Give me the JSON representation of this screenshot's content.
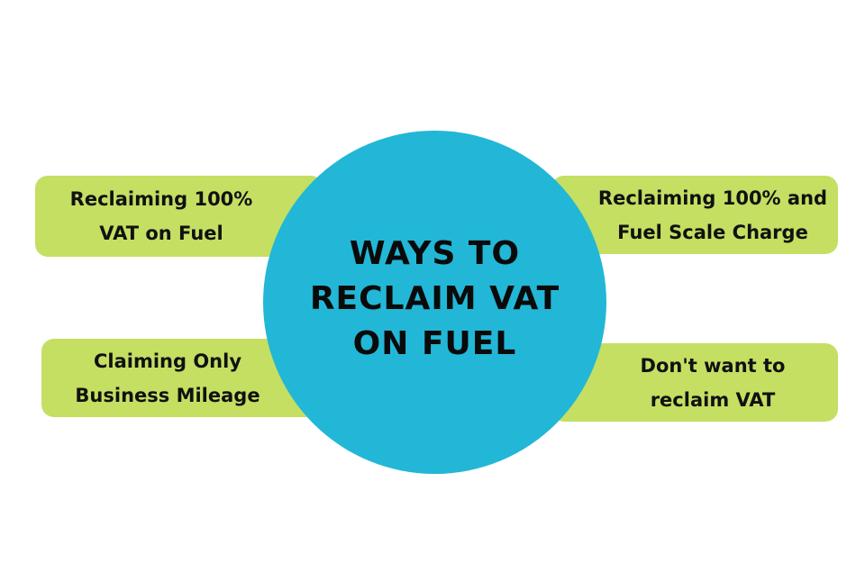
{
  "colors": {
    "background": "#ffffff",
    "box_fill": "#c4df62",
    "hub_fill": "#22b7d6",
    "text": "#111111"
  },
  "center": {
    "title": "WAYS TO\nRECLAIM VAT\nON FUEL"
  },
  "options": [
    {
      "id": "top-left",
      "label": "Reclaiming 100%\nVAT on Fuel"
    },
    {
      "id": "top-right",
      "label": "Reclaiming 100% and\nFuel Scale Charge"
    },
    {
      "id": "bottom-left",
      "label": "Claiming Only\nBusiness Mileage"
    },
    {
      "id": "bottom-right",
      "label": "Don't want to\nreclaim VAT"
    }
  ]
}
